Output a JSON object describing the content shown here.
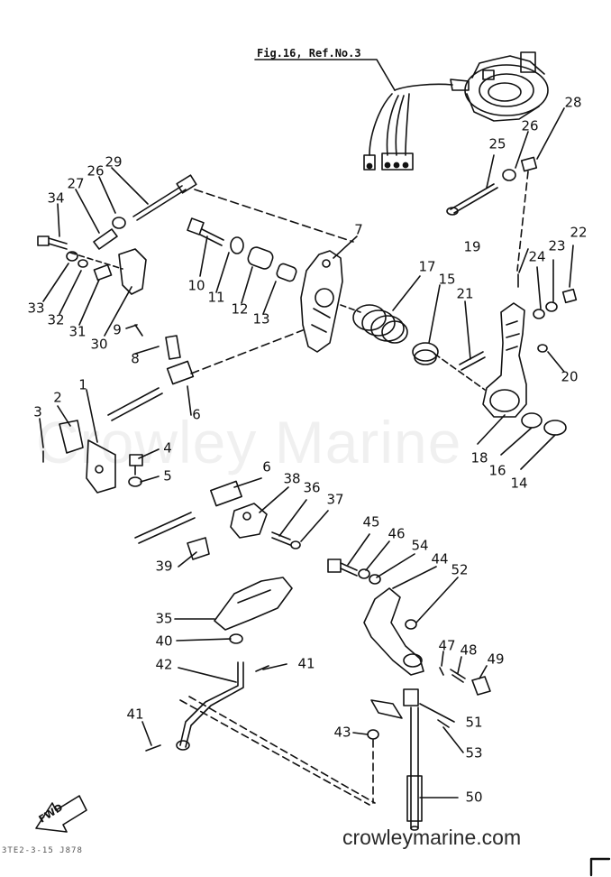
{
  "reference": "Fig.16, Ref.No.3",
  "watermark": "Crowley Marine",
  "website": "crowleymarine.com",
  "direction_label": "FWD",
  "footer_code": "3TE2-3-15 J878",
  "part_numbers": [
    "1",
    "2",
    "3",
    "4",
    "5",
    "6",
    "6",
    "7",
    "8",
    "9",
    "10",
    "11",
    "12",
    "13",
    "14",
    "15",
    "16",
    "17",
    "18",
    "19",
    "20",
    "21",
    "22",
    "23",
    "24",
    "25",
    "26",
    "26",
    "27",
    "28",
    "29",
    "30",
    "31",
    "32",
    "33",
    "34",
    "35",
    "36",
    "37",
    "38",
    "39",
    "40",
    "41",
    "41",
    "42",
    "43",
    "44",
    "45",
    "46",
    "47",
    "48",
    "49",
    "50",
    "51",
    "52",
    "53",
    "54"
  ]
}
